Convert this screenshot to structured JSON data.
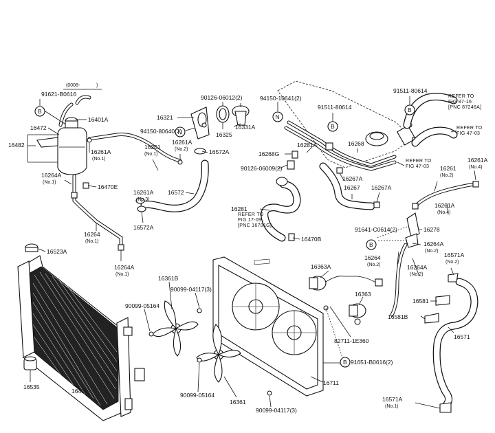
{
  "callouts": {
    "p91621_b0616": "91621-B0616",
    "p0008": "(0008-",
    "p0008_end": ")",
    "p16401a": "16401A",
    "p16472": "16472",
    "p16482": "16482",
    "p16261a_1": "16261A",
    "p16261a_1_note": "(No.1)",
    "p16264a_top": "16264A",
    "p16264a_top_note": "(No.1)",
    "p16470e": "16470E",
    "p16264": "16264",
    "p16264_note": "(No.1)",
    "p16264a_low": "16264A",
    "p16264a_low_note": "(No.1)",
    "p16523a": "16523A",
    "p16321": "16321",
    "p90126_06012": "90126-06012(2)",
    "p94150_80640": "94150-80640(2)",
    "p16325": "16325",
    "p16331a": "16331A",
    "p16261a_2": "16261A",
    "p16261a_2_note": "(No.2)",
    "p16261_1": "16261",
    "p16261_1_note": "(No.1)",
    "p16572a_top": "16572A",
    "p16261a_3": "16261A",
    "p16261a_3_note": "(No.3)",
    "p16572": "16572",
    "p16572a_low": "16572A",
    "p94150_10641": "94150-10641(2)",
    "p91511_80614_a": "91511-80614",
    "p91511_80614_b": "91511-80614",
    "p16268g": "16268G",
    "p16281a": "16281A",
    "p16268": "16268",
    "p90126_06009": "90126-06009(2)",
    "p16267a_1": "16267A",
    "p16267": "16267",
    "p16267a_2": "16267A",
    "p16281": "16281",
    "p16470b": "16470B",
    "refer_87_16_a": "REFER TO",
    "refer_87_16_b": "FIG 87-16",
    "refer_87_16_c": "[PNC 87246A]",
    "refer_47_03_a_a": "REFER TO",
    "refer_47_03_a_b": "FIG 47-03",
    "refer_47_03_b_a": "REFER TO",
    "refer_47_03_b_b": "FIG 47-03",
    "refer_17_09_a": "REFER TO",
    "refer_17_09_b": "FIG 17-09",
    "refer_17_09_c": "[PNC 16701G]",
    "p16261a_4": "16261A",
    "p16261a_4_note": "(No.4)",
    "p16261_2": "16261",
    "p16261_2_note": "(No.2)",
    "p16261a_4b": "16261A",
    "p16261a_4b_note": "(No.4)",
    "p91641_c0614": "91641-C0614(2)",
    "p16278": "16278",
    "p16264a_2": "16264A",
    "p16264a_2_note": "(No.2)",
    "p16264_2": "16264",
    "p16264_2_note": "(No.2)",
    "p16264a_2b": "16264A",
    "p16264a_2b_note": "(No.2)",
    "p16571a_top": "16571A",
    "p16571a_top_note": "(No.2)",
    "p16581": "16581",
    "p16581b": "16581B",
    "p16571": "16571",
    "p16571a_low": "16571A",
    "p16571a_low_note": "(No.1)",
    "p16363a": "16363A",
    "p16363": "16363",
    "p82711_1e360": "82711-1E360",
    "p91651_b0616": "91651-B0616(2)",
    "p16711": "16711",
    "p16361b": "16361B",
    "p90099_04117_a": "90099-04117(3)",
    "p90099_05164_a": "90099-05164",
    "p90099_05164_b": "90099-05164",
    "p16361": "16361",
    "p90099_04117_b": "90099-04117(3)",
    "p16535": "16535",
    "p16400": "16400",
    "marker_b": "B",
    "marker_n": "N"
  }
}
